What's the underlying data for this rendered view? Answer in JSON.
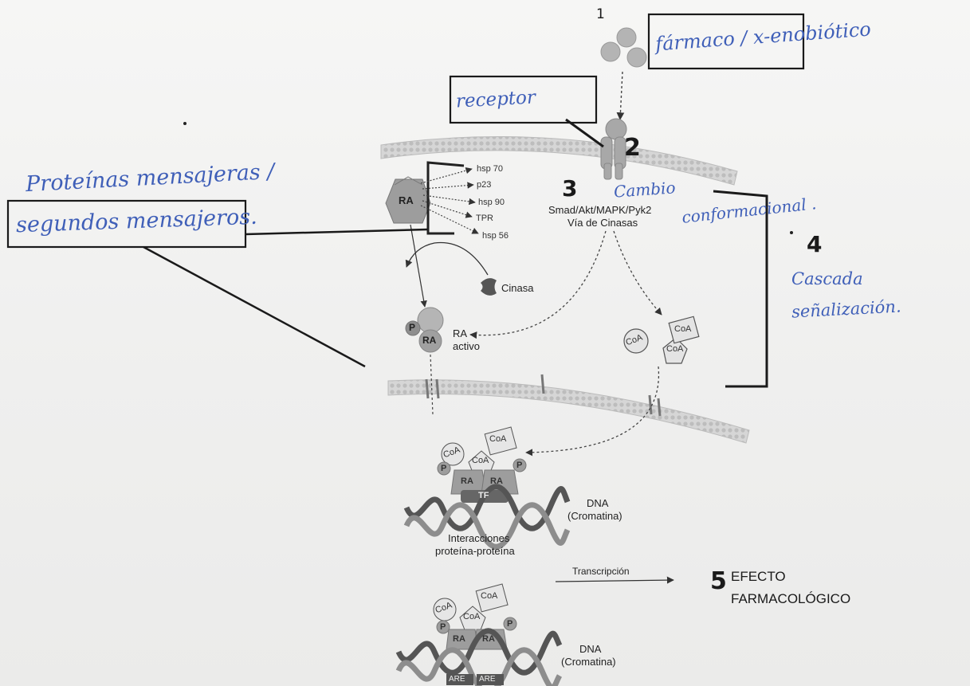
{
  "steps": {
    "n1": "1",
    "n2": "2",
    "n3": "3",
    "n4": "4",
    "n5": "5"
  },
  "handwritten": {
    "farmaco": "fármaco / x-enobiótico",
    "receptor": "receptor",
    "proteinas_line1": "Proteínas mensajeras /",
    "proteinas_line2": "segundos mensajeros.",
    "cambio_line1": "Cambio",
    "cambio_line2": "conformacional .",
    "cascada_line1": "Cascada",
    "cascada_line2": "señalización."
  },
  "chaperones": [
    "hsp 70",
    "p23",
    "hsp 90",
    "TPR",
    "hsp 56"
  ],
  "labels": {
    "ra": "RA",
    "p": "P",
    "ra_activo_line1": "RA",
    "ra_activo_line2": "activo",
    "cinasa": "Cinasa",
    "pathway_line1": "Smad/Akt/MAPK/Pyk2",
    "pathway_line2": "Vía de Cinasas",
    "coa": "CoA",
    "tf": "TF",
    "dna": "DNA",
    "cromatina": "(Cromatina)",
    "interacciones_line1": "Interacciones",
    "interacciones_line2": "proteína-proteína",
    "transcripcion": "Transcripción",
    "efecto_line1": "EFECTO",
    "efecto_line2": "FARMACOLÓGICO",
    "are": "ARE"
  },
  "colors": {
    "ink_blue": "#3f5fb8",
    "protein_gray": "#a9a9a9",
    "dark_gray": "#555555"
  }
}
